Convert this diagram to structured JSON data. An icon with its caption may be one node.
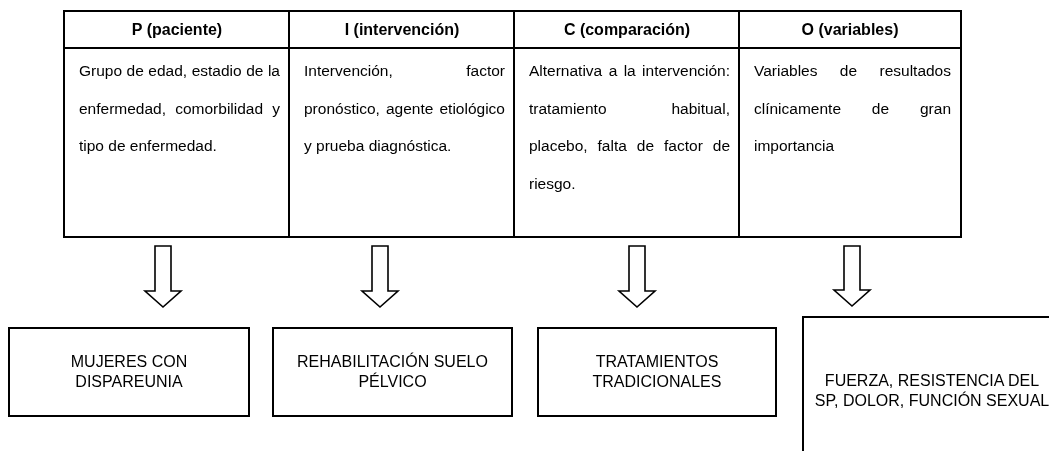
{
  "diagram": {
    "nodes": [
      {
        "text": [
          "P (paciente)",
          "Grupo de edad, estadio de la enfermedad, comorbilidad y tipo de enfermedad."
        ]
      },
      {
        "text": [
          "I (intervención)",
          "Intervención, factor pronóstico, agente etiológico y prueba diagnóstica."
        ]
      },
      {
        "text": [
          "C (comparación)",
          "Alternativa a la intervención: tratamiento habitual, placebo, falta de factor de riesgo."
        ]
      },
      {
        "text": [
          "O (variables)",
          "Variables de resultados clínicamente de gran importancia"
        ]
      },
      {
        "text": [
          "MUJERES CON DISPAREUNIA"
        ]
      },
      {
        "text": [
          "REHABILITACIÓN SUELO PÉLVICO"
        ]
      },
      {
        "text": [
          "TRATAMIENTOS TRADICIONALES"
        ]
      },
      {
        "text": [
          "FUERZA, RESISTENCIA DEL SP, DOLOR, FUNCIÓN SEXUAL"
        ]
      }
    ],
    "edges": [
      {
        "from": 0,
        "to": 4,
        "arrow": "to"
      },
      {
        "from": 1,
        "to": 5,
        "arrow": "to"
      },
      {
        "from": 2,
        "to": 6,
        "arrow": "to"
      },
      {
        "from": 3,
        "to": 7,
        "arrow": "to"
      }
    ]
  }
}
